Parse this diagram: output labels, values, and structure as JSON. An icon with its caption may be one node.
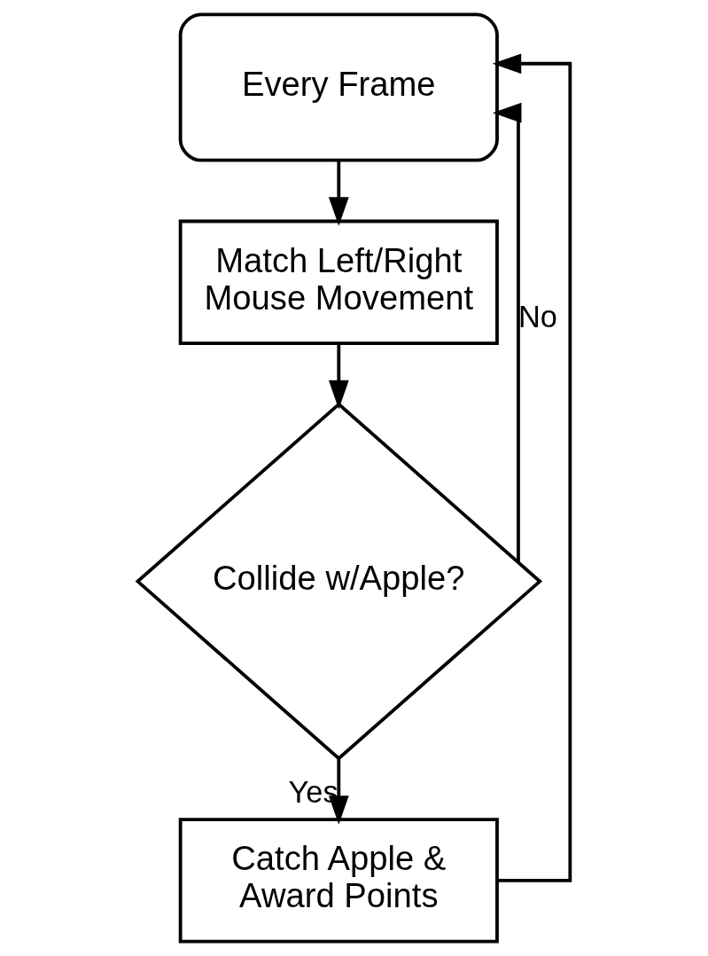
{
  "diagram": {
    "nodes": [
      {
        "text": [
          "Every Frame"
        ]
      },
      {
        "text": [
          "Match Left/Right Mouse Movement"
        ]
      },
      {
        "text": [
          "Collide w/Apple?"
        ]
      },
      {
        "text": [
          "Catch Apple & Award Points"
        ]
      }
    ],
    "edges": [
      {
        "from": 0,
        "to": 1,
        "arrow": "to"
      },
      {
        "from": 1,
        "to": 2,
        "arrow": "to"
      },
      {
        "from": 2,
        "to": 0,
        "arrow": "to",
        "label": "No"
      },
      {
        "from": 2,
        "to": 3,
        "arrow": "to",
        "label": "Yes"
      },
      {
        "from": 3,
        "to": 0,
        "arrow": "to"
      }
    ]
  }
}
